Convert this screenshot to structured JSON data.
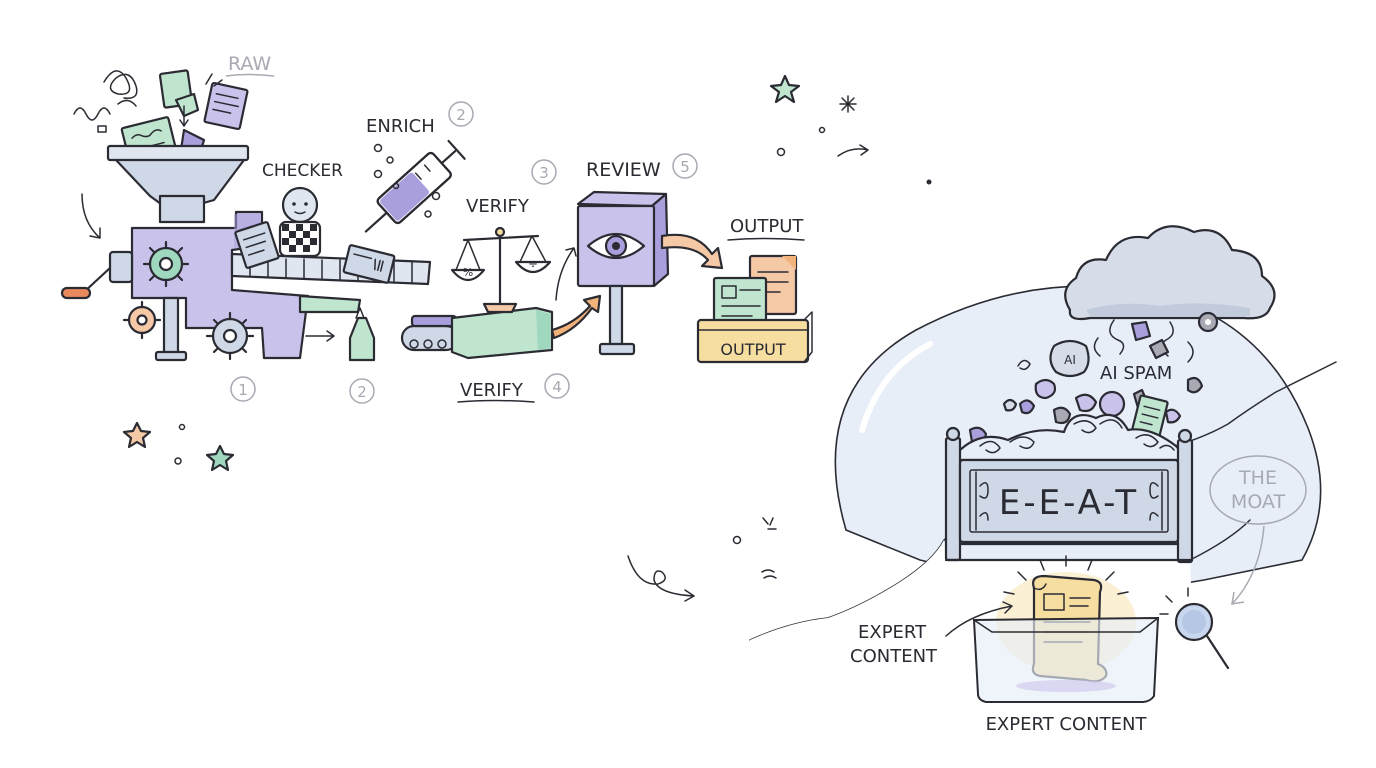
{
  "colors": {
    "ink": "#2b2b33",
    "lavender": "#c9c3ec",
    "purple": "#a99fdc",
    "mint": "#bfe5cf",
    "teal": "#9fd8bf",
    "blue_gray": "#cfd8e6",
    "orange": "#f2b27a",
    "peach": "#f6c9a6",
    "yellow": "#f6dea0",
    "cloud": "#d6dde9",
    "bubble": "#e7eef8",
    "muted": "#a9a9b3"
  },
  "labels": {
    "raw": "RAW",
    "checker": "CHECKER",
    "enrich": "ENRICH",
    "verify_top": "VERIFY",
    "review": "REVIEW",
    "output_top": "OUTPUT",
    "output_box": "OUTPUT",
    "verify_bottom": "VERIFY",
    "ai_badge": "AI",
    "ai_spam": "AI SPAM",
    "gate": "E-E-A-T",
    "moat_line1": "THE",
    "moat_line2": "MOAT",
    "expert_line1": "EXPERT",
    "expert_line2": "CONTENT",
    "expert_bottom": "EXPERT CONTENT",
    "percent": "%",
    "divide": "÷"
  },
  "step_numbers": {
    "enrich": "2",
    "verify_top": "3",
    "review": "5",
    "verify_bottom": "4",
    "machine": "1",
    "funnel": "2"
  }
}
